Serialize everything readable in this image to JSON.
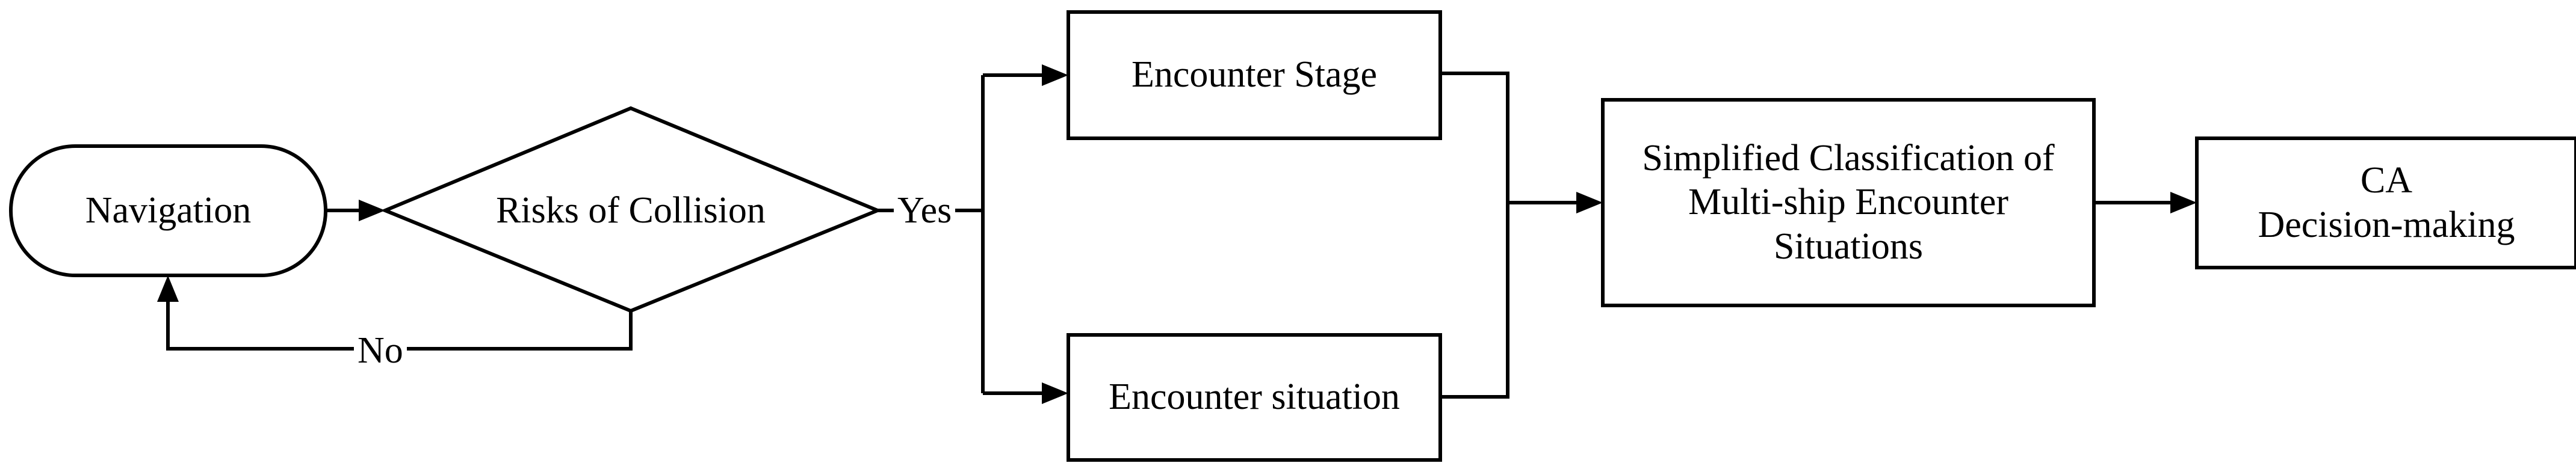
{
  "nodes": {
    "navigation": "Navigation",
    "risks": "Risks of Collision",
    "stage": "Encounter Stage",
    "situation": "Encounter situation",
    "classification": "Simplified Classification of\nMulti-ship Encounter\nSituations",
    "decision": "CA\nDecision-making"
  },
  "edges": {
    "yes": "Yes",
    "no": "No"
  }
}
